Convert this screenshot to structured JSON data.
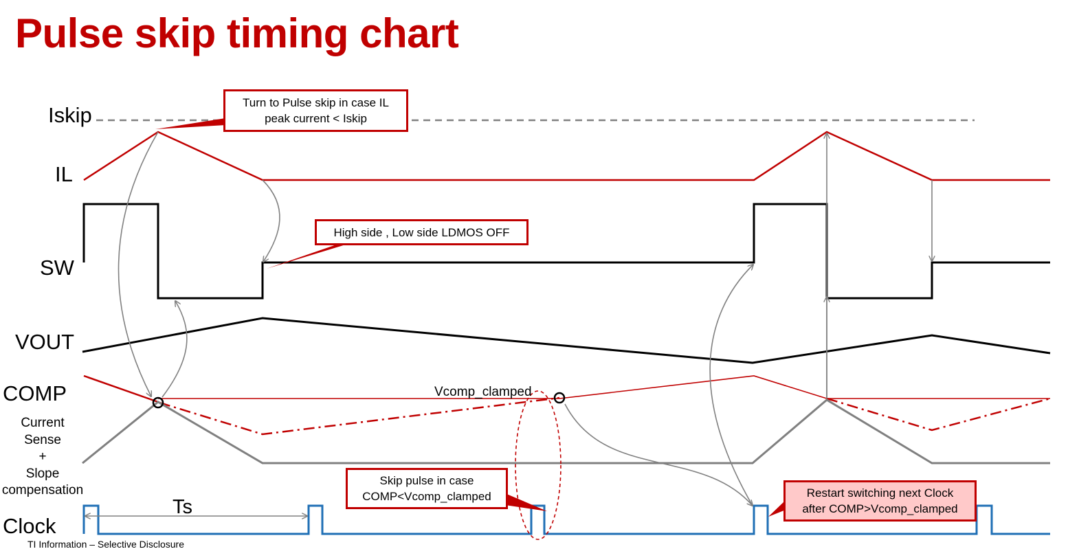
{
  "title": "Pulse skip timing chart",
  "signals": {
    "iskip": "Iskip",
    "il": "IL",
    "sw": "SW",
    "vout": "VOUT",
    "comp": "COMP",
    "current_sense": [
      "Current",
      "Sense",
      "+",
      "Slope",
      "compensation"
    ],
    "clock": "Clock"
  },
  "annotations": {
    "vcomp_clamped": "Vcomp_clamped",
    "ts": "Ts"
  },
  "callouts": {
    "pulse_skip": [
      "Turn to Pulse skip in case IL",
      "peak current < Iskip"
    ],
    "ldmos_off": [
      "High side , Low side LDMOS OFF"
    ],
    "skip_pulse": [
      "Skip pulse in case",
      "COMP<Vcomp_clamped"
    ],
    "restart": [
      "Restart switching next Clock",
      "after COMP>Vcomp_clamped"
    ]
  },
  "footer": "TI Information – Selective Disclosure",
  "colors": {
    "title": "#c00000",
    "il_trace": "#c00000",
    "comp_trace": "#c00000",
    "sw_trace": "#000000",
    "vout_trace": "#000000",
    "current_sense_trace": "#808080",
    "clock_trace": "#1f6fb5",
    "iskip_line": "#808080",
    "arrows": "#808080",
    "callout_border": "#c00000",
    "restart_callout_fill": "#ffc9c9"
  }
}
